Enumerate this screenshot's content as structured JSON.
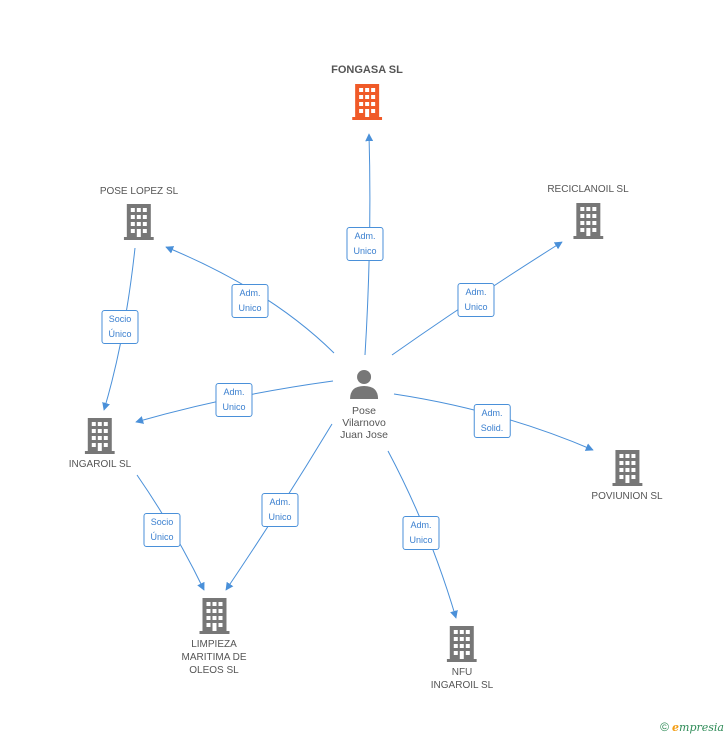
{
  "colors": {
    "edge": "#4a90d9",
    "building": "#777777",
    "building_main": "#f05a28",
    "person": "#777777"
  },
  "nodes": {
    "fongasa": {
      "name": "FONGASA SL",
      "icon": "building-icon"
    },
    "pose_lopez": {
      "name": "POSE LOPEZ SL",
      "icon": "building-icon"
    },
    "reciclanoil": {
      "name": "RECICLANOIL SL",
      "icon": "building-icon"
    },
    "ingaroil": {
      "name": "INGAROIL  SL",
      "icon": "building-icon"
    },
    "poviunion": {
      "name": "POVIUNION SL",
      "icon": "building-icon"
    },
    "limpieza": {
      "name_lines": [
        "LIMPIEZA",
        "MARITIMA DE",
        "OLEOS SL"
      ],
      "icon": "building-icon"
    },
    "nfu": {
      "name_lines": [
        "NFU",
        "INGAROIL SL"
      ],
      "icon": "building-icon"
    },
    "person": {
      "name_lines": [
        "Pose",
        "Vilarnovo",
        "Juan Jose"
      ],
      "icon": "person-icon"
    }
  },
  "edges": {
    "fongasa": [
      "Adm.",
      "Unico"
    ],
    "pose_lopez": [
      "Adm.",
      "Unico"
    ],
    "reciclanoil": [
      "Adm.",
      "Unico"
    ],
    "ingaroil": [
      "Adm.",
      "Unico"
    ],
    "poviunion": [
      "Adm.",
      "Solid."
    ],
    "limpieza": [
      "Adm.",
      "Unico"
    ],
    "nfu": [
      "Adm.",
      "Unico"
    ],
    "pose_ingaroil": [
      "Socio",
      "Único"
    ],
    "ingaroil_limpieza": [
      "Socio",
      "Único"
    ]
  },
  "footer": {
    "copyright": "©",
    "brand_initial": "e",
    "brand_rest": "mpresia"
  }
}
